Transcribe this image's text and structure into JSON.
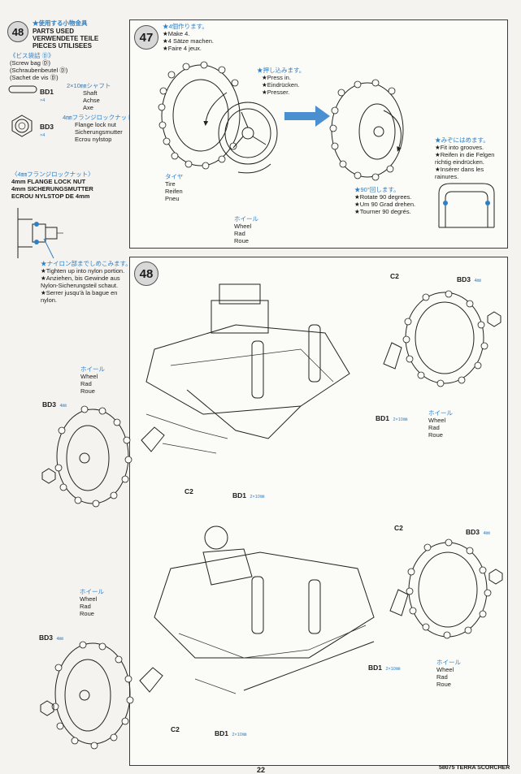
{
  "step48_header": {
    "number": "48",
    "jp_title": "★使用する小物金具",
    "en_title": "PARTS USED",
    "de_title": "VERWENDETE TEILE",
    "fr_title": "PIECES UTILISEES",
    "bag_jp": "《ビス袋詰 Ⓓ》",
    "bag_en": "(Screw bag Ⓓ)",
    "bag_de": "(Schraubenbeutel Ⓓ)",
    "bag_fr": "(Sachet de vis Ⓓ)"
  },
  "parts": [
    {
      "code": "BD1",
      "qty": "×4",
      "jp": "2×10㎜シャフト",
      "en": "Shaft",
      "de": "Achse",
      "fr": "Axe"
    },
    {
      "code": "BD3",
      "qty": "×4",
      "jp": "4㎜フランジロックナット",
      "en": "Flange lock nut",
      "de": "Sicherungsmutter",
      "fr": "Ecrou nylstop"
    }
  ],
  "nut_note": {
    "jp": "〈4㎜フランジロックナット〉",
    "en": "4mm FLANGE LOCK NUT",
    "de": "4mm SICHERUNGSMUTTER",
    "fr": "ECROU NYLSTOP DE 4mm"
  },
  "nylon_note": {
    "jp": "★ナイロン部までしめこみます。",
    "en": "★Tighten up into nylon portion.",
    "de": "★Anziehen, bis Gewinde aus Nylon-Sicherungsteil schaut.",
    "fr": "★Serrer jusqu'à la bague en nylon."
  },
  "step47": {
    "number": "47",
    "make_jp": "★4個作ります。",
    "make_en": "★Make 4.",
    "make_de": "★4 Sätze machen.",
    "make_fr": "★Faire 4 jeux.",
    "press_jp": "★押し込みます。",
    "press_en": "★Press in.",
    "press_de": "★Eindrücken.",
    "press_fr": "★Presser.",
    "tire_jp": "タイヤ",
    "tire_en": "Tire",
    "tire_de": "Reifen",
    "tire_fr": "Pneu",
    "wheel_jp": "ホイール",
    "wheel_en": "Wheel",
    "wheel_de": "Rad",
    "wheel_fr": "Roue",
    "rotate_jp": "★90°回します。",
    "rotate_en": "★Rotate 90 degrees.",
    "rotate_de": "★Um 90 Grad drehen.",
    "rotate_fr": "★Tourner 90 degrés.",
    "groove_jp": "★みぞにはめます。",
    "groove_en": "★Fit into grooves.",
    "groove_de": "★Reifen in die Felgen richtig eindrücken.",
    "groove_fr": "★Insérer dans les rainures."
  },
  "step48": {
    "number": "48",
    "c2": "C2",
    "bd1": "BD1",
    "bd3": "BD3",
    "bd1_size": "2×10㎜",
    "bd3_size": "4㎜",
    "wheel_jp": "ホイール",
    "wheel_en": "Wheel",
    "wheel_de": "Rad",
    "wheel_fr": "Roue"
  },
  "footer": {
    "page": "22",
    "model": "58075 TERRA SCORCHER"
  }
}
